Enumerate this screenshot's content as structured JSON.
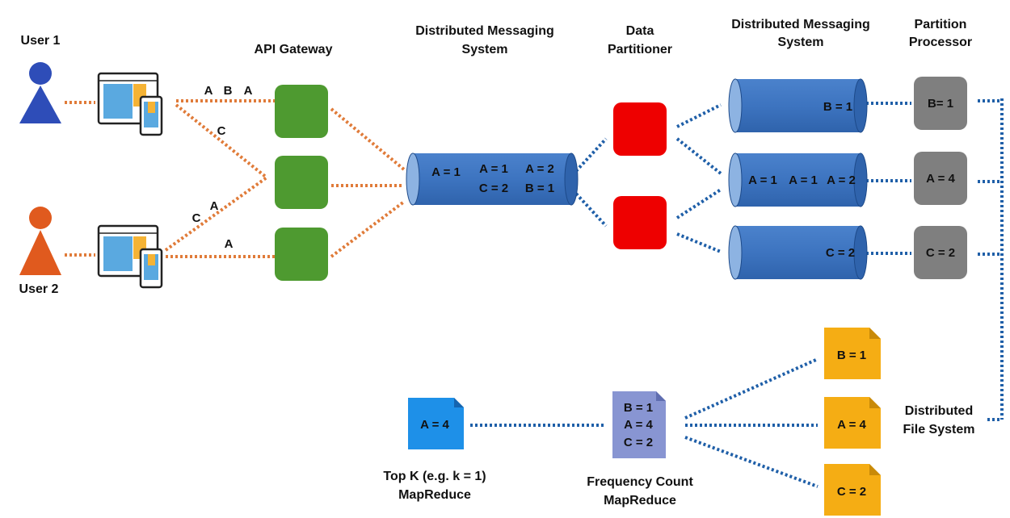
{
  "headers": {
    "api_gateway": "API Gateway",
    "dms1_line1": "Distributed Messaging",
    "dms1_line2": "System",
    "dp_line1": "Data",
    "dp_line2": "Partitioner",
    "dms2_line1": "Distributed Messaging",
    "dms2_line2": "System",
    "pp_line1": "Partition",
    "pp_line2": "Processor"
  },
  "users": {
    "user1": "User 1",
    "user2": "User 2"
  },
  "edge_labels": {
    "u1_a1": "A",
    "u1_b": "B",
    "u1_a2": "A",
    "u1_c": "C",
    "u2_c": "C",
    "u2_a1": "A",
    "u2_a2": "A"
  },
  "main_queue": {
    "col1_row1": "A = 1",
    "col2_row1": "A = 1",
    "col3_row1": "A = 2",
    "col2_row2": "C = 2",
    "col3_row2": "B = 1"
  },
  "partition_queues": {
    "q1": "B = 1",
    "q2_a": "A = 1",
    "q2_b": "A = 1",
    "q2_c": "A = 2",
    "q3": "C = 2"
  },
  "processors": {
    "p1": "B= 1",
    "p2": "A = 4",
    "p3": "C = 2"
  },
  "dfs": {
    "label_line1": "Distributed",
    "label_line2": "File System",
    "file1": "B = 1",
    "file2": "A = 4",
    "file3": "C = 2"
  },
  "freq_count": {
    "row1": "B = 1",
    "row2": "A = 4",
    "row3": "C = 2",
    "label_line1": "Frequency Count",
    "label_line2": "MapReduce"
  },
  "topk": {
    "value": "A = 4",
    "label_line1": "Top K (e.g. k = 1)",
    "label_line2": "MapReduce"
  },
  "colors": {
    "user1": "#2E4DB8",
    "user2": "#E05A1E",
    "orange_link": "#E07B39",
    "blue_link": "#1F5FA8",
    "gateway": "#4E9A30",
    "partitioner": "#EE0000",
    "cylinder": "#3D74C0",
    "processor": "#7F7F7F",
    "dfs_file": "#F5AD14",
    "freq_doc": "#8895D2",
    "topk_doc": "#1E90E8"
  }
}
